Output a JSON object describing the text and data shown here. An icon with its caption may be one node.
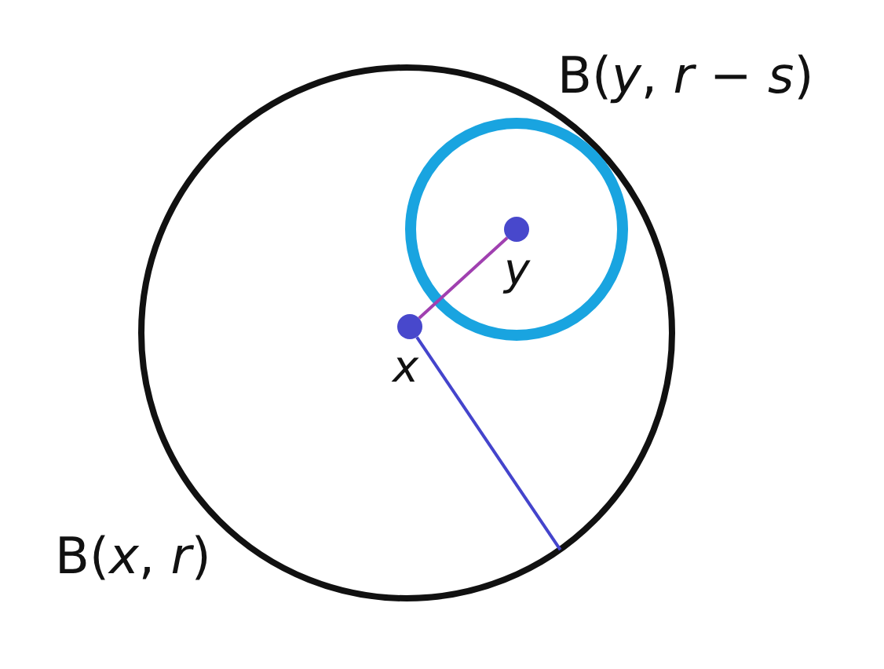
{
  "diagram": {
    "nodes": [
      {
        "text": [
          "B(*x*, *r*)"
        ]
      },
      {
        "text": [
          "B(*y*, *r* − *s*)"
        ],
        "in": 0
      },
      {
        "text": [
          "*x*"
        ],
        "in": 0
      },
      {
        "text": [
          "*y*"
        ],
        "in": 1
      }
    ],
    "edges": [
      {
        "from": 2,
        "to": 3,
        "arrow": "none",
        "color": "#a040b0"
      },
      {
        "from": 2,
        "to": 0,
        "arrow": "none",
        "color": "#4444cc"
      }
    ]
  }
}
